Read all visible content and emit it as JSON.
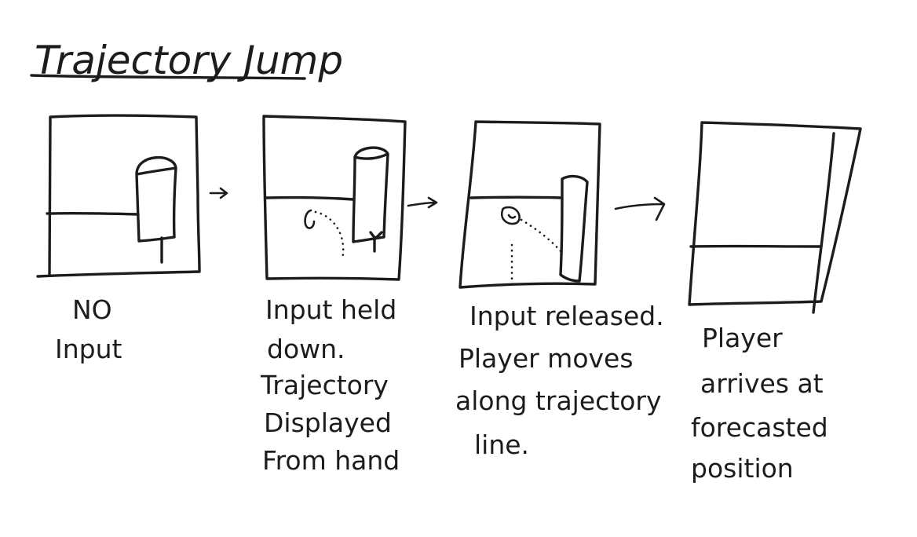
{
  "title": "Trajectory Jump",
  "panels": [
    {
      "caption": [
        "NO",
        "Input"
      ]
    },
    {
      "caption": [
        "Input held",
        "down.",
        "Trajectory",
        "Displayed",
        "From hand"
      ]
    },
    {
      "caption": [
        "Input released.",
        "Player moves",
        "along trajectory",
        "line."
      ]
    },
    {
      "caption": [
        "Player",
        "arrives at",
        "forecasted",
        "position"
      ]
    }
  ],
  "colors": {
    "ink": "#1c1c1c",
    "paper": "#ffffff"
  }
}
